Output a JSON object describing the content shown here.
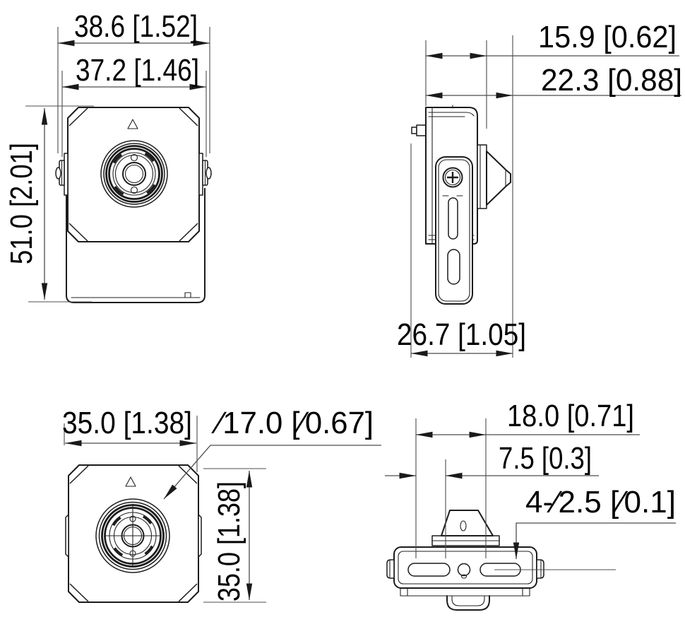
{
  "front_view": {
    "width_outer": "38.6 [1.52]",
    "width_inner": "37.2 [1.46]",
    "height": "51.0 [2.01]"
  },
  "side_view": {
    "depth_body": "15.9 [0.62]",
    "depth_to_lens_tip": "22.3 [0.88]",
    "depth_overall": "26.7 [1.05]"
  },
  "front_view_no_bracket": {
    "width": "35.0 [1.38]",
    "lens_diameter": "∕17.0 [∕0.67]",
    "height": "35.0 [1.38]"
  },
  "top_view": {
    "mount_hole_span": "18.0 [0.71]",
    "mount_hole_offset": "7.5 [0.3]",
    "mount_holes": "4-∕2.5 [∕0.1]"
  }
}
